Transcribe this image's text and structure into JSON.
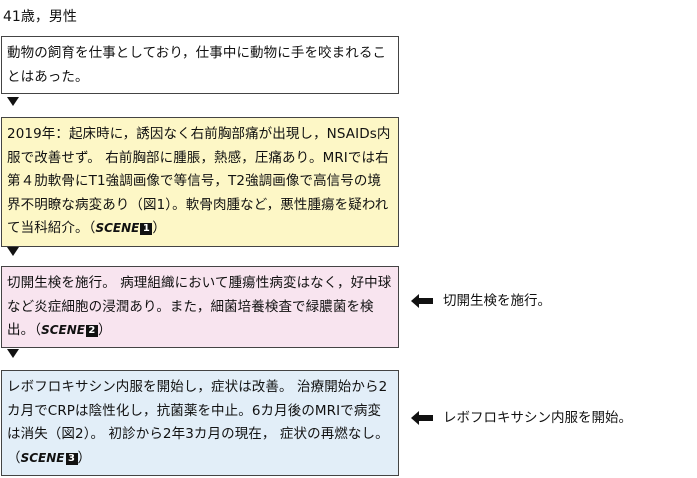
{
  "heading": "41歳，男性",
  "boxes": [
    {
      "text": "動物の飼育を仕事としており，仕事中に動物に手を咬まれることはあった。",
      "bg": "#ffffff"
    },
    {
      "text": "2019年：起床時に，誘因なく右前胸部痛が出現し，NSAIDs内服で改善せず。 右前胸部に腫脹，熱感，圧痛あり。MRIでは右第４肋軟骨にT1強調画像で等信号，T2強調画像で高信号の境界不明瞭な病変あり（図1）。軟骨肉腫など，悪性腫瘍を疑われて当科紹介。（",
      "scene_label": "SCENE",
      "scene_number": "1",
      "after": "）",
      "bg": "#fdf7c6"
    },
    {
      "text": "切開生検を施行。 病理組織において腫瘍性病変はなく，好中球など炎症細胞の浸潤あり。また，細菌培養検査で緑膿菌を検出。（",
      "scene_label": "SCENE",
      "scene_number": "2",
      "after": "）",
      "bg": "#f8e4ef",
      "side_label": "切開生検を施行。"
    },
    {
      "text": "レボフロキサシン内服を開始し，症状は改善。 治療開始から2カ月でCRPは陰性化し，抗菌薬を中止。6カ月後のMRIで病変は消失（図2）。 初診から2年3カ月の現在， 症状の再燃なし。（",
      "scene_label": "SCENE",
      "scene_number": "3",
      "after": "）",
      "bg": "#e2eef8",
      "side_label": "レボフロキサシン内服を開始。"
    }
  ],
  "colors": {
    "border": "#444444",
    "text": "#111111",
    "arrow": "#111111"
  }
}
